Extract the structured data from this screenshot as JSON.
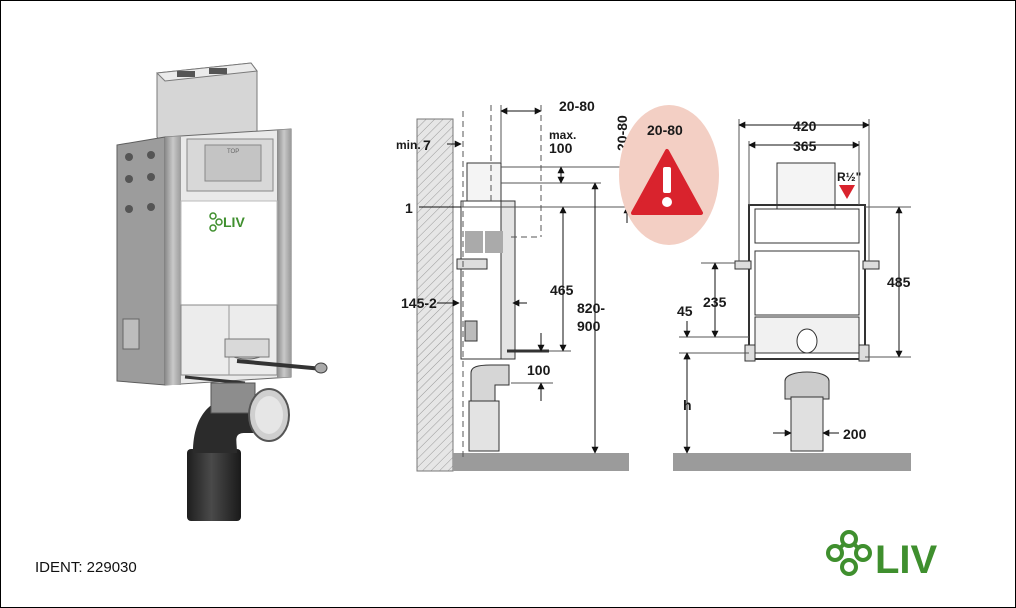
{
  "product": {
    "brand": "LIV",
    "ident": "IDENT: 229030",
    "top_label": "TOP"
  },
  "side_view": {
    "min_label": "min.",
    "min_value": "7",
    "dim_20_80_h": "20-80",
    "dim_20_80_v": "20-80",
    "max_label": "max.",
    "max_value": "100",
    "label_1": "1",
    "dim_145": "145-2",
    "dim_465": "465",
    "dim_820": "820-",
    "dim_900": "900",
    "dim_100": "100"
  },
  "warning": {
    "range": "20-80",
    "icon": "warning-triangle-icon",
    "badge_color": "#f3cfc4",
    "triangle_color": "#d9232d"
  },
  "front_view": {
    "dim_420": "420",
    "dim_365": "365",
    "thread": "R½\"",
    "dim_485": "485",
    "dim_235": "235",
    "dim_45": "45",
    "dim_h": "h",
    "dim_200": "200"
  },
  "colors": {
    "brand_green": "#3f8f2e",
    "floor": "#9b9b9b",
    "wall": "#c8c8c8"
  }
}
